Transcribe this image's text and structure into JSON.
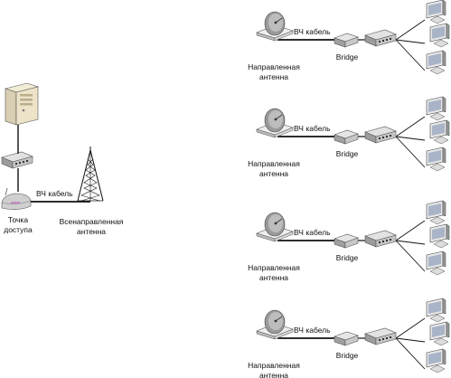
{
  "left": {
    "access_point_label": [
      "Точка",
      "доступа"
    ],
    "cable_label": "ВЧ кабель",
    "omni_antenna_label": [
      "Всенаправленная",
      "антенна"
    ]
  },
  "branches": [
    {
      "antenna_label": [
        "Направленная",
        "антенна"
      ],
      "cable_label": "ВЧ кабель",
      "bridge_label": "Bridge"
    },
    {
      "antenna_label": [
        "Направленная",
        "антенна"
      ],
      "cable_label": "ВЧ кабель",
      "bridge_label": "Bridge"
    },
    {
      "antenna_label": [
        "Направленная",
        "антенна"
      ],
      "cable_label": "ВЧ кабель",
      "bridge_label": "Bridge"
    },
    {
      "antenna_label": [
        "Направленная",
        "антенна"
      ],
      "cable_label": "ВЧ кабель",
      "bridge_label": "Bridge"
    }
  ],
  "colors": {
    "line": "#111111",
    "device_body": "#c8c8c8",
    "device_dark": "#8a8a8a",
    "server_body": "#e6dcc0",
    "screen": "#a9b4c8"
  }
}
